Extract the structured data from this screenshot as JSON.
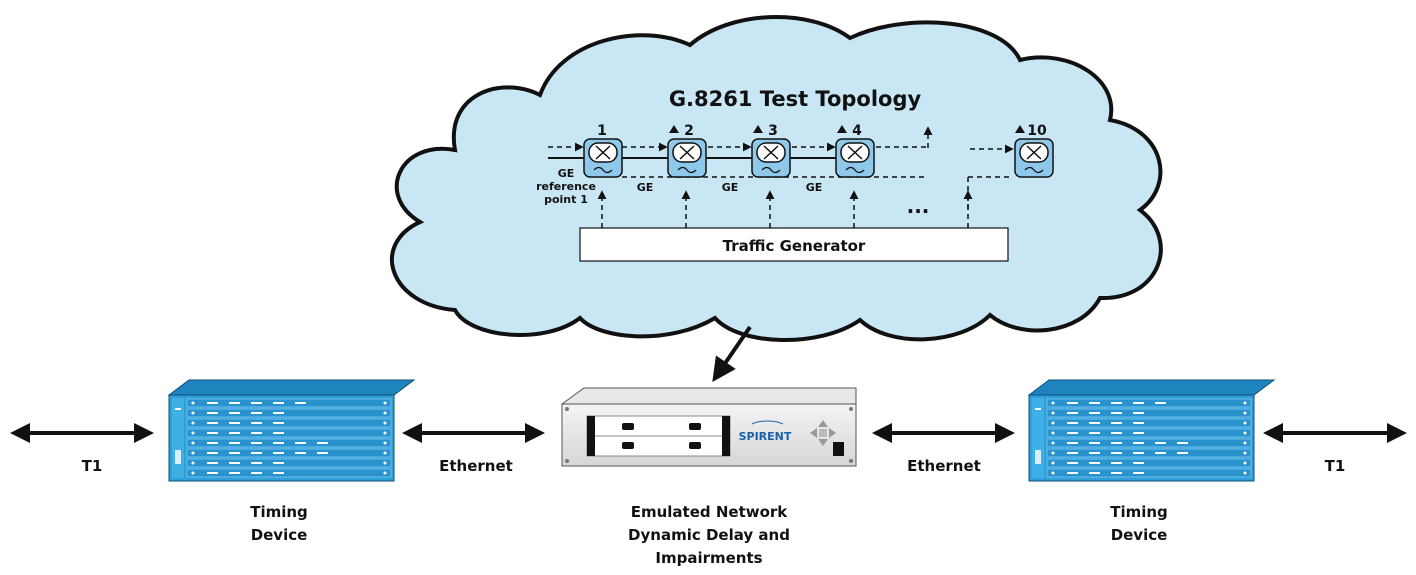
{
  "topology": {
    "title": "G.8261 Test Topology",
    "node_numbers": [
      "1",
      "2",
      "3",
      "4",
      "10"
    ],
    "link_labels": [
      "GE",
      "GE",
      "GE"
    ],
    "reference_label": [
      "GE",
      "reference",
      "point 1"
    ],
    "ellipsis": "...",
    "traffic_generator": "Traffic Generator"
  },
  "left": {
    "t1_label": "T1",
    "ethernet_label": "Ethernet",
    "device_label": [
      "Timing",
      "Device"
    ]
  },
  "center": {
    "brand": "SPIRENT",
    "device_label": [
      "Emulated Network",
      "Dynamic Delay and",
      "Impairments"
    ]
  },
  "right": {
    "t1_label": "T1",
    "ethernet_label": "Ethernet",
    "device_label": [
      "Timing",
      "Device"
    ]
  },
  "colors": {
    "cloud_fill": "#c9e6f5",
    "device_blue": "#2f9fd9",
    "node_fill": "#8ec8ea"
  }
}
